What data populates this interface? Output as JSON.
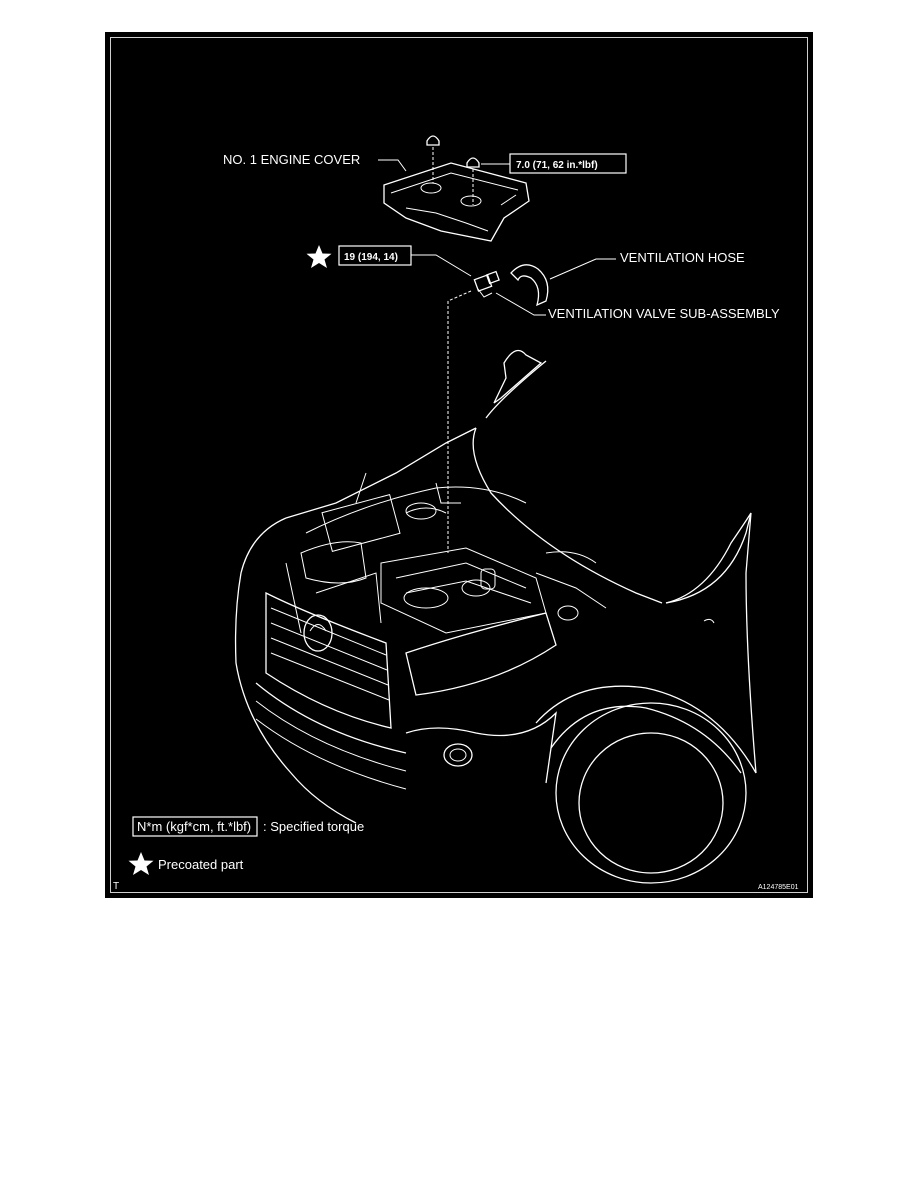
{
  "labels": {
    "engine_cover": "NO. 1 ENGINE COVER",
    "torque_cover": "7.0 (71, 62 in.*lbf)",
    "torque_valve": "19 (194, 14)",
    "ventilation_hose": "VENTILATION HOSE",
    "ventilation_valve": "VENTILATION VALVE SUB-ASSEMBLY"
  },
  "legend": {
    "torque_box": "N*m (kgf*cm, ft.*lbf)",
    "torque_text": ": Specified torque",
    "precoated_text": "Precoated part"
  },
  "corner": {
    "left": "T",
    "code": "A124785E01"
  },
  "colors": {
    "background": "#000000",
    "line": "#ffffff"
  }
}
